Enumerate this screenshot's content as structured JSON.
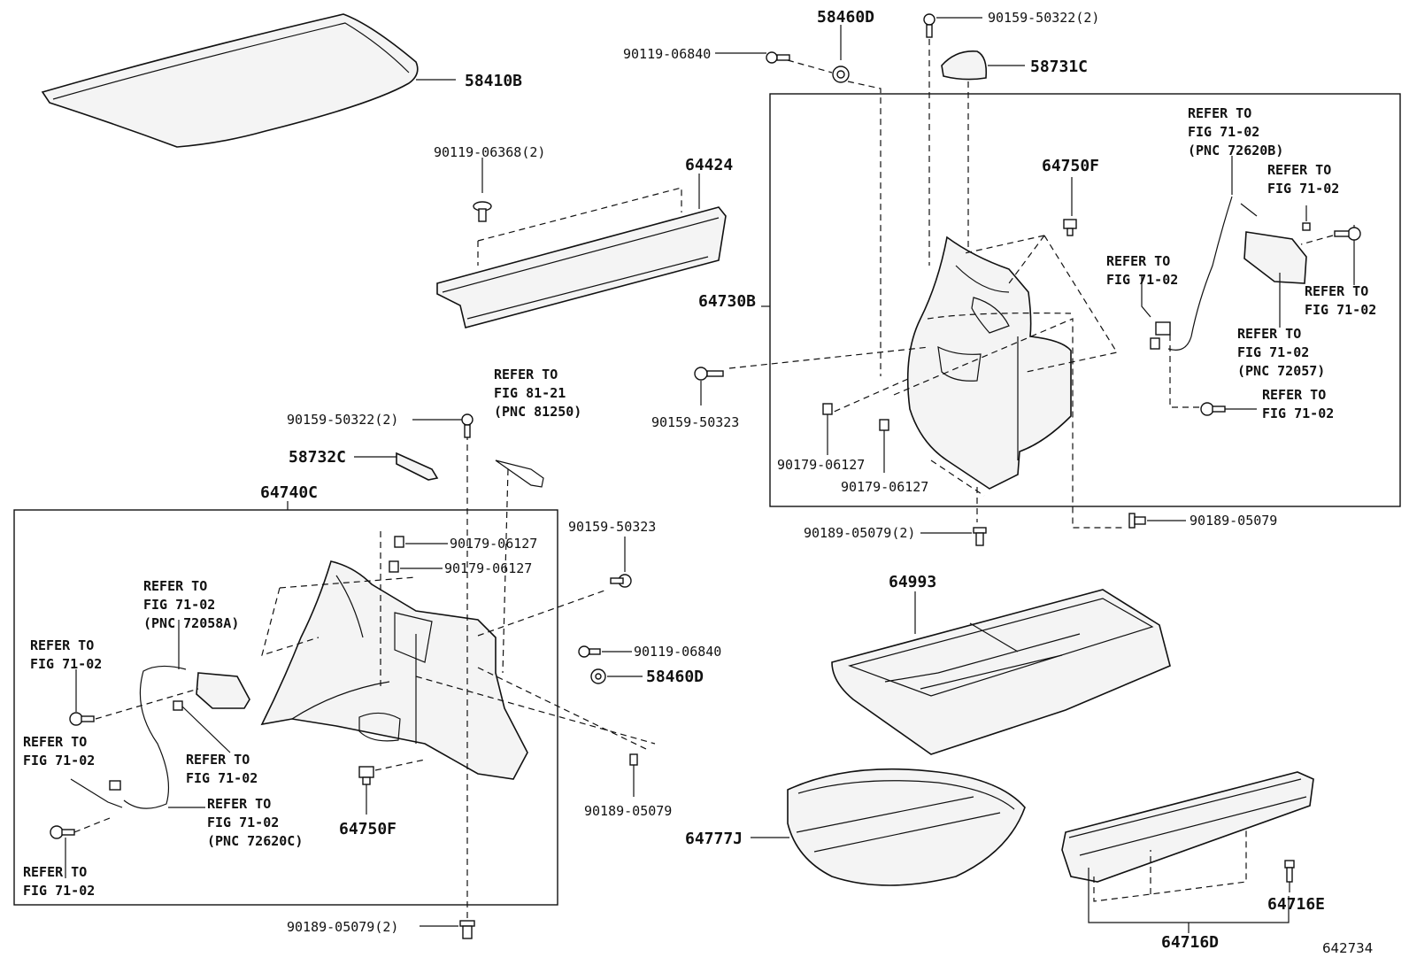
{
  "labels": {
    "p58410B": "58410B",
    "p90119_06368": "90119-06368(2)",
    "p64424": "64424",
    "p58460D_top": "58460D",
    "p90159_50322_top": "90159-50322(2)",
    "p90119_06840_top": "90119-06840",
    "p58731C": "58731C",
    "ref_72620B_1": "REFER TO",
    "ref_72620B_2": "FIG 71-02",
    "ref_72620B_3": "(PNC 72620B)",
    "ref_a_1": "REFER TO",
    "ref_a_2": "FIG 71-02",
    "p64750F_top": "64750F",
    "ref_b_1": "REFER TO",
    "ref_b_2": "FIG 71-02",
    "ref_c_1": "REFER TO",
    "ref_c_2": "FIG 71-02",
    "p64730B": "64730B",
    "ref_72057_1": "REFER TO",
    "ref_72057_2": "FIG 71-02",
    "ref_72057_3": "(PNC 72057)",
    "ref_d_1": "REFER TO",
    "ref_d_2": "FIG 71-02",
    "p90159_50323_r": "90159-50323",
    "p90179_06127_r1": "90179-06127",
    "p90179_06127_r2": "90179-06127",
    "p90189_05079_r2": "90189-05079(2)",
    "p90189_05079_r": "90189-05079",
    "ref_81250_1": "REFER TO",
    "ref_81250_2": "FIG 81-21",
    "ref_81250_3": "(PNC 81250)",
    "p90159_50322_l": "90159-50322(2)",
    "p58732C": "58732C",
    "p64740C": "64740C",
    "p90179_06127_l1": "90179-06127",
    "p90179_06127_l2": "90179-06127",
    "p90159_50323_l": "90159-50323",
    "ref_72058A_1": "REFER TO",
    "ref_72058A_2": "FIG 71-02",
    "ref_72058A_3": "(PNC 72058A)",
    "ref_e_1": "REFER TO",
    "ref_e_2": "FIG 71-02",
    "p90119_06840_l": "90119-06840",
    "p58460D_l": "58460D",
    "ref_f_1": "REFER TO",
    "ref_f_2": "FIG 71-02",
    "ref_g_1": "REFER TO",
    "ref_g_2": "FIG 71-02",
    "ref_72620C_1": "REFER TO",
    "ref_72620C_2": "FIG 71-02",
    "ref_72620C_3": "(PNC 72620C)",
    "p64750F_l": "64750F",
    "p90189_05079_l": "90189-05079",
    "ref_h_1": "REFER TO",
    "ref_h_2": "FIG 71-02",
    "p90189_05079_l2": "90189-05079(2)",
    "p64993": "64993",
    "p64777J": "64777J",
    "p64716E": "64716E",
    "p64716D": "64716D",
    "fig_no": "642734"
  }
}
